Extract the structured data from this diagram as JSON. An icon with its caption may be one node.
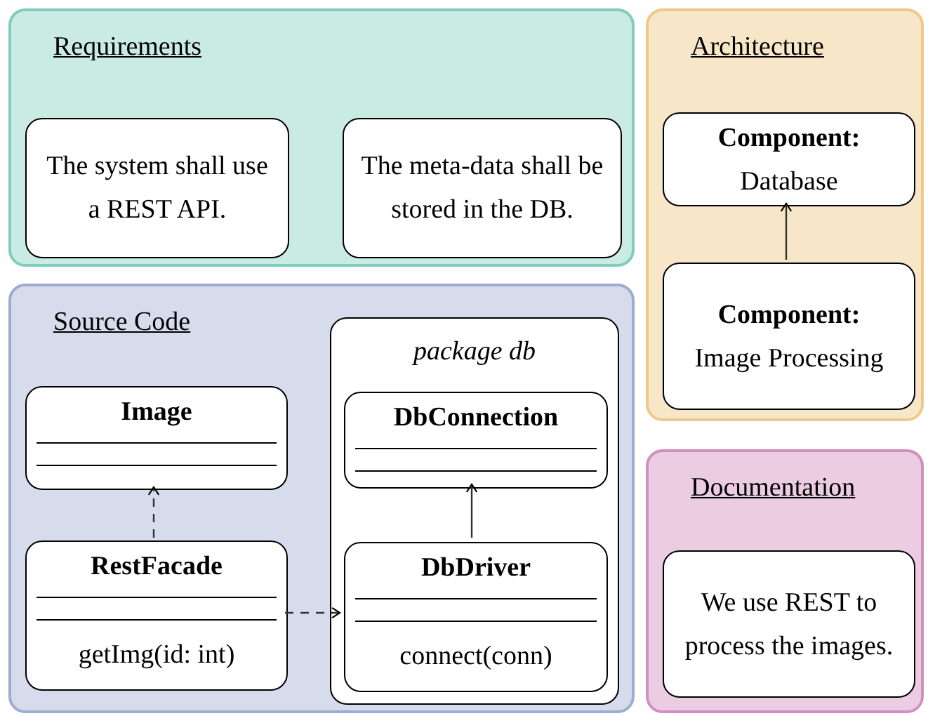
{
  "diagram": {
    "nodes": [
      {
        "text": [
          "Requirements"
        ]
      },
      {
        "text": [
          "The system shall use a REST API."
        ],
        "in": 0
      },
      {
        "text": [
          "The meta-data shall be stored in the DB."
        ],
        "in": 0
      },
      {
        "text": [
          "Source Code"
        ]
      },
      {
        "text": [
          "Image"
        ],
        "in": 3
      },
      {
        "text": [
          "RestFacade",
          "getImg(id: int)"
        ],
        "in": 3
      },
      {
        "text": [
          "package db"
        ],
        "in": 3
      },
      {
        "text": [
          "DbConnection"
        ],
        "in": 6
      },
      {
        "text": [
          "DbDriver",
          "connect(conn)"
        ],
        "in": 6
      },
      {
        "text": [
          "Architecture"
        ]
      },
      {
        "text": [
          "Component:",
          "Database"
        ],
        "in": 9
      },
      {
        "text": [
          "Component:",
          "Image Processing"
        ],
        "in": 9
      },
      {
        "text": [
          "Documentation"
        ]
      },
      {
        "text": [
          "We use REST to process the images."
        ],
        "in": 12
      }
    ],
    "edges": [
      {
        "from": 5,
        "to": 4,
        "arrow": "to",
        "style": "dashed"
      },
      {
        "from": 5,
        "to": 8,
        "arrow": "to",
        "style": "dashed"
      },
      {
        "from": 8,
        "to": 7,
        "arrow": "to"
      },
      {
        "from": 11,
        "to": 10,
        "arrow": "to"
      }
    ]
  }
}
